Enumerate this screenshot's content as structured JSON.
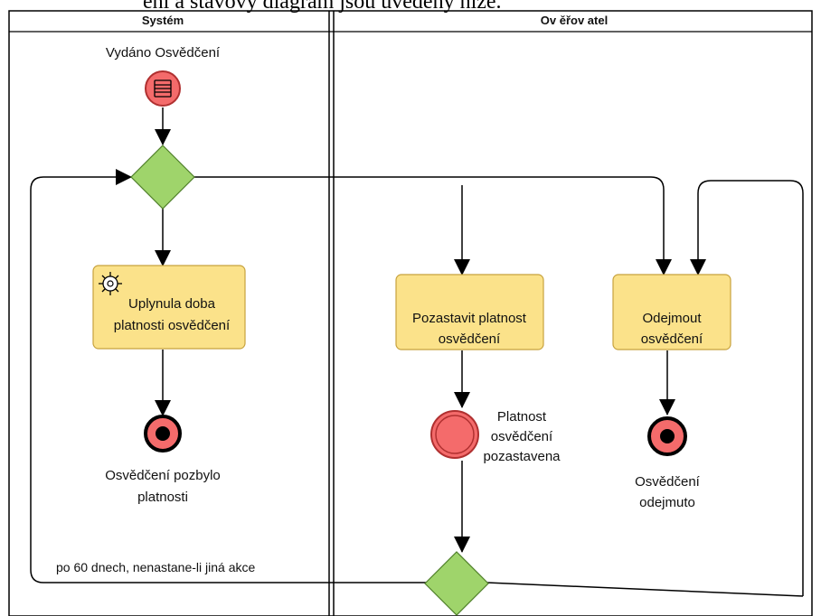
{
  "header_text": "ení a stavový diagram jsou uvedeny níže.",
  "lanes": {
    "system": "Systém",
    "verifier": "Ov ěřov atel"
  },
  "events": {
    "start": "Vydáno Osvědčení",
    "end_expired_line1": "Osvědčení pozbylo",
    "end_expired_line2": "platnosti",
    "intermediate_suspended_line1": "Platnost",
    "intermediate_suspended_line2": "osvědčení",
    "intermediate_suspended_line3": "pozastavena",
    "end_revoked_line1": "Osvědčení",
    "end_revoked_line2": "odejmuto"
  },
  "tasks": {
    "expired_line1": "Uplynula doba",
    "expired_line2": "platnosti osvědčení",
    "suspend_line1": "Pozastavit platnost",
    "suspend_line2": "osvědčení",
    "revoke_line1": "Odejmout",
    "revoke_line2": "osvědčení"
  },
  "flow_labels": {
    "timeout": "po 60 dnech, nenastane-li jiná akce"
  },
  "colors": {
    "task_fill": "#fbe28a",
    "event_fill": "#f46b6b",
    "gateway_fill": "#9fd46b",
    "line": "#000000"
  }
}
